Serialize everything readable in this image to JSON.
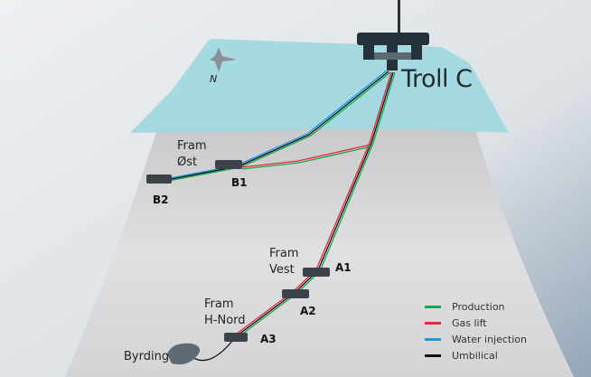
{
  "platform": {
    "name": "Troll C"
  },
  "compass": {
    "label": "N"
  },
  "fields": [
    {
      "name": "Fram\nØst",
      "line1": "Fram",
      "line2": "Øst"
    },
    {
      "name": "Fram\nVest",
      "line1": "Fram",
      "line2": "Vest"
    },
    {
      "name": "Fram\nH-Nord",
      "line1": "Fram",
      "line2": "H-Nord"
    },
    {
      "name": "Byrding"
    }
  ],
  "templates": [
    "B1",
    "B2",
    "A1",
    "A2",
    "A3"
  ],
  "legend": [
    {
      "label": "Production",
      "color": "#1aa64a"
    },
    {
      "label": "Gas lift",
      "color": "#e8283c"
    },
    {
      "label": "Water injection",
      "color": "#1a9be0"
    },
    {
      "label": "Umbilical",
      "color": "#111111"
    }
  ]
}
